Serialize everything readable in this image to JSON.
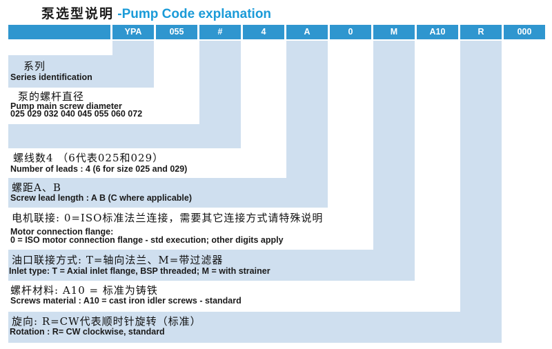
{
  "title": {
    "cn": "泵选型说明",
    "en": " -Pump Code explanation"
  },
  "colors": {
    "header_blue": "#2f96cf",
    "band_blue": "#cfdfef",
    "title_blue": "#1b9bd8"
  },
  "header": {
    "cells": [
      "",
      "YPA",
      "055",
      "#",
      "4",
      "A",
      "0",
      "M",
      "A10",
      "R",
      "000"
    ]
  },
  "rows": {
    "series": {
      "cn": "系列",
      "en": "Series identification"
    },
    "diameter": {
      "cn": "泵的螺杆直径",
      "en": "Pump main screw diameter",
      "sizes": "025 029 032 040 045 055 060 072"
    },
    "leads": {
      "cn": "螺线数4 （6代表025和029）",
      "en": "Number of leads : 4 (6 for size 025 and 029)"
    },
    "lead_length": {
      "cn": "螺距A、B",
      "en": "Screw lead length : A B (C where applicable)"
    },
    "motor": {
      "cn": "电机联接: 0=ISO标准法兰连接，需要其它连接方式请特殊说明",
      "en1": "Motor connection flange:",
      "en2": "0 = ISO motor connection flange - std execution; other digits apply"
    },
    "inlet": {
      "cn": "油口联接方式: T=轴向法兰、M=带过滤器",
      "en": "Inlet type: T = Axial inlet flange, BSP threaded; M = with strainer"
    },
    "material": {
      "cn": "螺杆材料: A10 = 标准为铸铁",
      "en": "Screws material : A10 = cast iron idler screws  - standard"
    },
    "rotation": {
      "cn": "旋向: R=CW代表顺时针旋转（标准）",
      "en": "Rotation : R= CW clockwise, standard"
    }
  }
}
